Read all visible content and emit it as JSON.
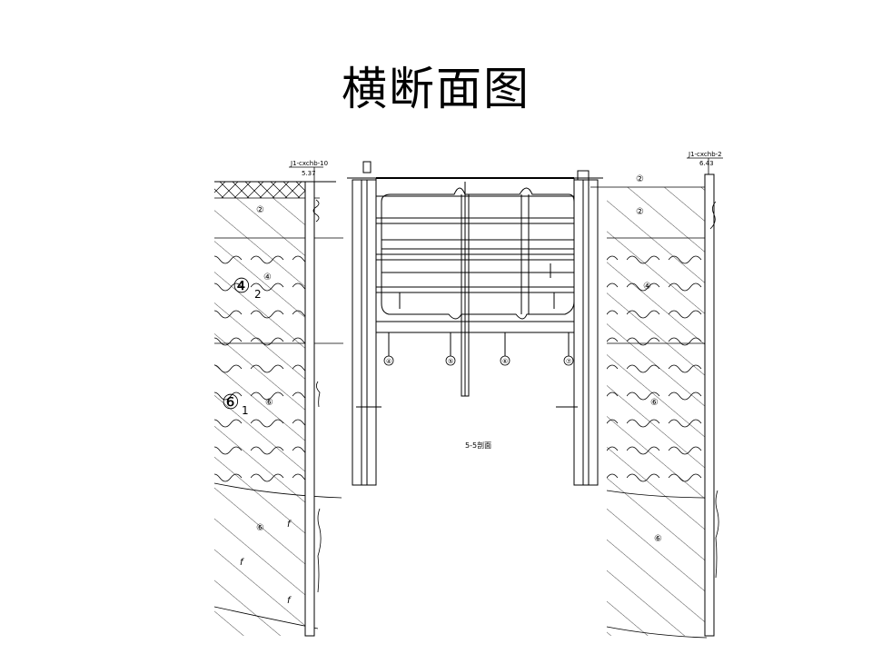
{
  "title": "横断面图",
  "left_borehole": {
    "id": "J1-cxchb-10",
    "elev": "5.37"
  },
  "right_borehole": {
    "id": "J1-cxchb-2",
    "elev": "6.43"
  },
  "left_layers": {
    "big_4": "④",
    "big_4_sub": "2",
    "big_6": "⑥",
    "big_6_sub": "1",
    "small_2": "②",
    "small_4": "④",
    "small_6": "⑥",
    "small_6b": "⑥",
    "small_f1": "f",
    "small_f2": "f",
    "small_f3": "f"
  },
  "right_layers": {
    "r2a": "②",
    "r2b": "②",
    "r4": "④",
    "r6a": "⑥",
    "r6b": "⑥"
  },
  "axis_labels": [
    "④",
    "⑤",
    "⑥",
    "⑦"
  ],
  "center_label": "5-5剖面",
  "colors": {
    "line": "#000000",
    "background": "#ffffff"
  }
}
